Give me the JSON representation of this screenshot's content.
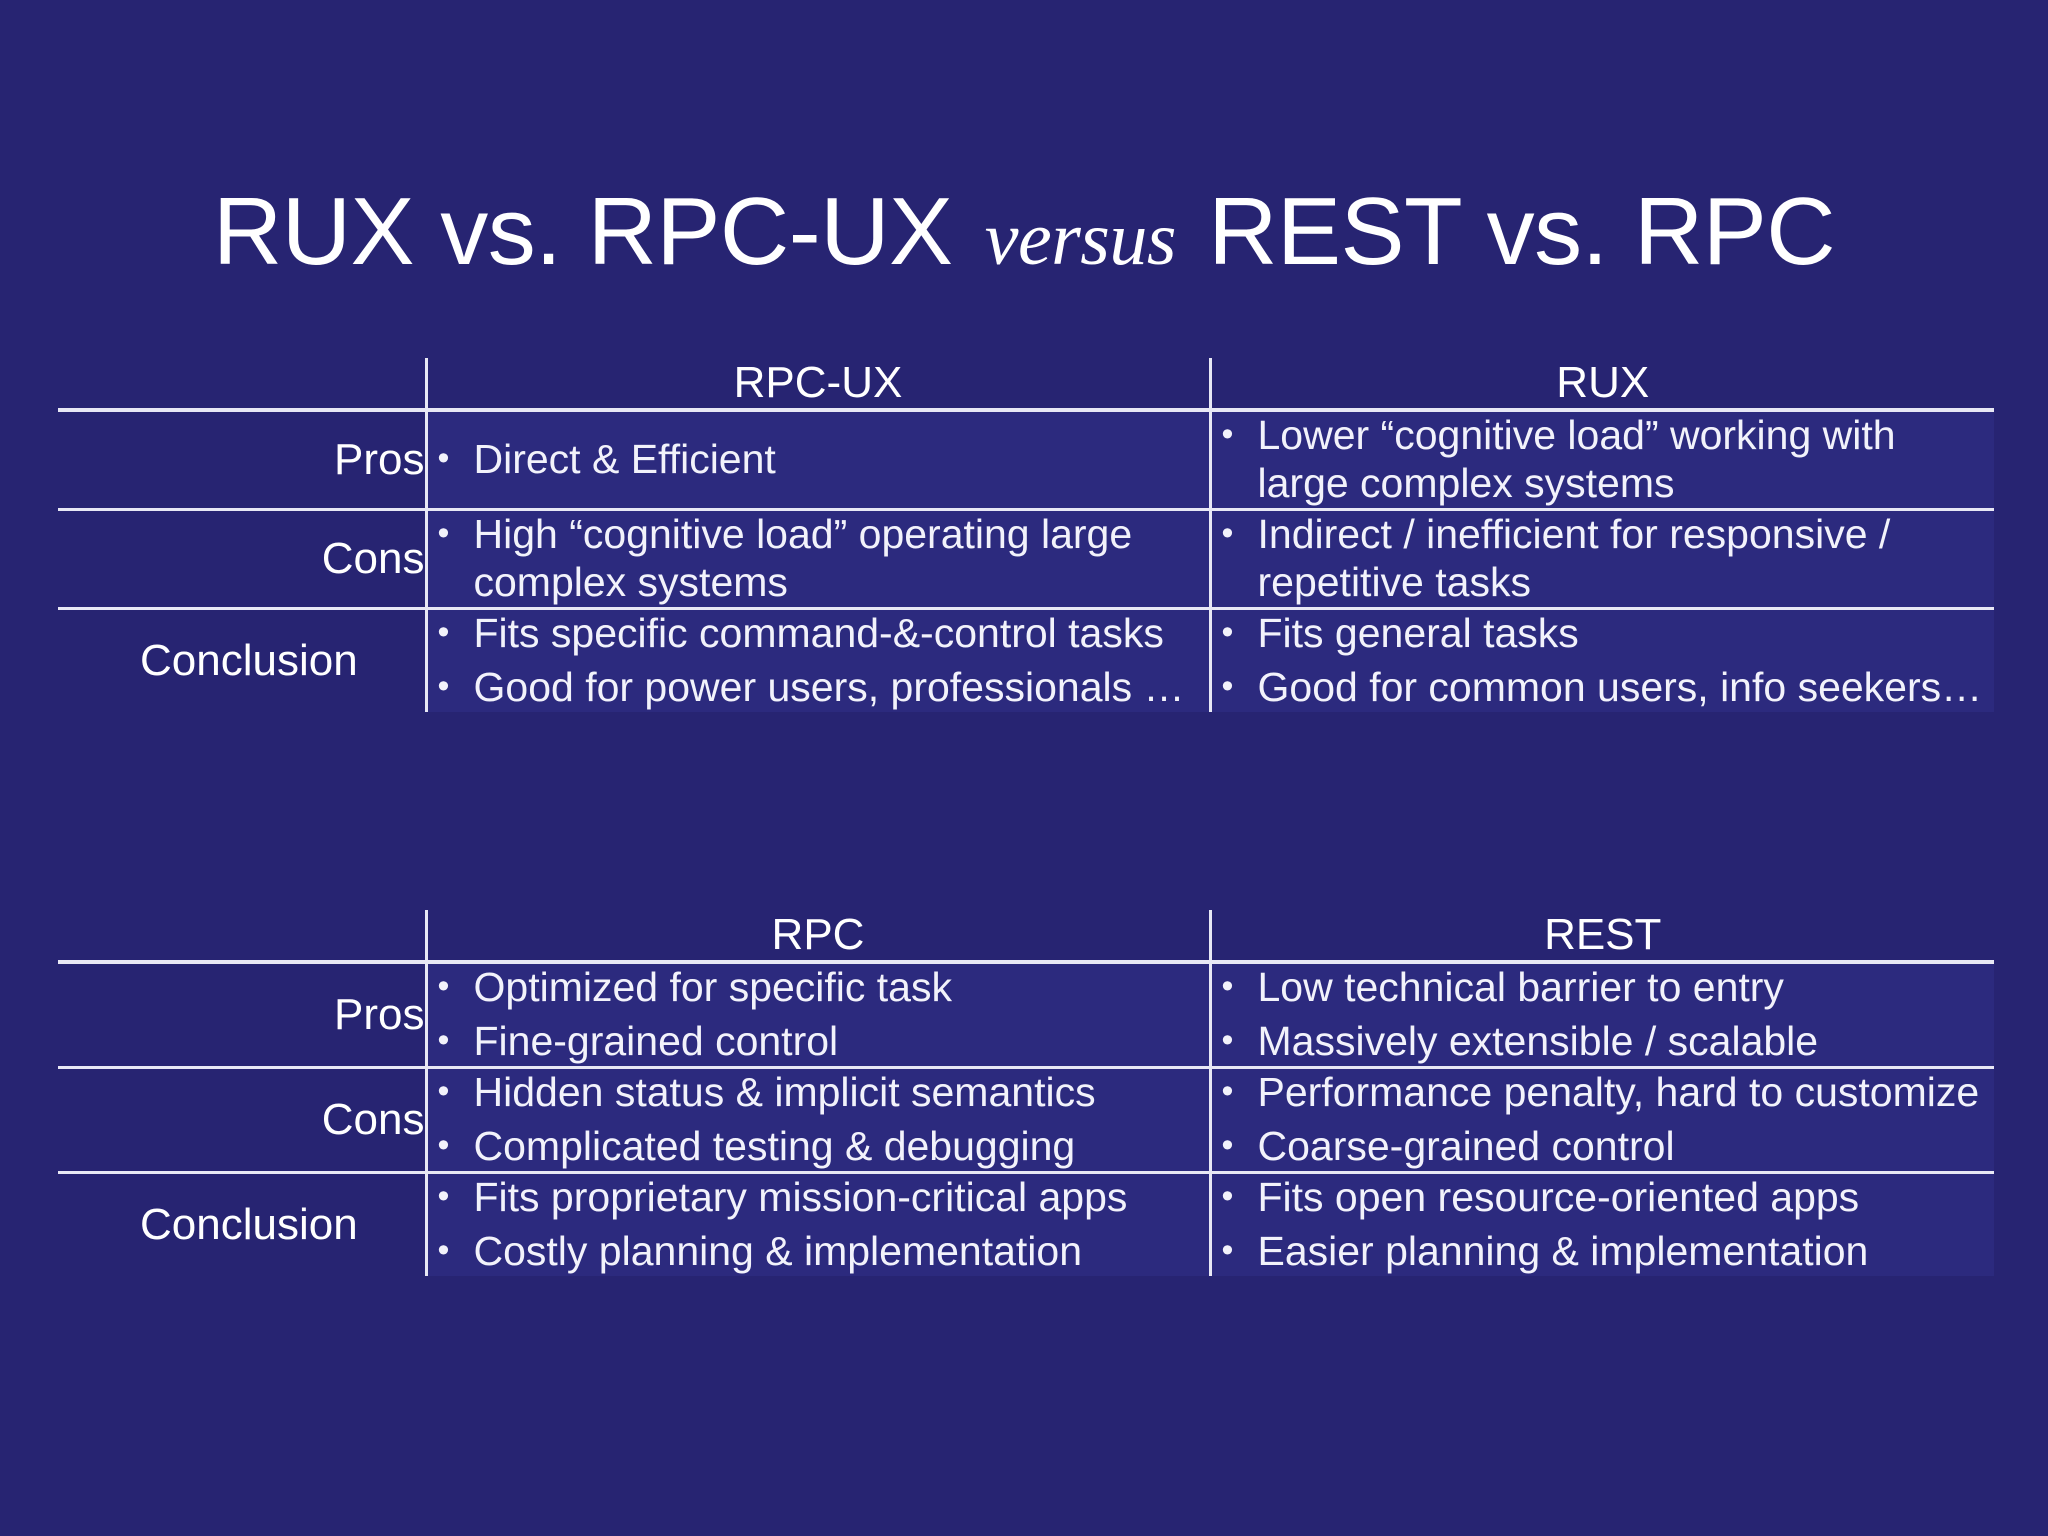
{
  "slide": {
    "title": {
      "part1": "RUX vs. RPC-UX",
      "versus": "versus",
      "part2": "REST vs. RPC"
    },
    "colors": {
      "background": "#272472",
      "cell_background": "#2c2a7e",
      "rule": "#e8e8f5",
      "text": "#ffffff",
      "body_text": "#f2f2fb"
    },
    "bullet_glyph": "•"
  },
  "tables": [
    {
      "id": "ux-comparison",
      "headers": {
        "label": "",
        "col_a": "RPC-UX",
        "col_b": "RUX"
      },
      "rows": [
        {
          "label": "Pros",
          "label_align": "right",
          "col_a": [
            "Direct & Efficient"
          ],
          "col_b": [
            "Lower “cognitive load” working with large complex systems"
          ]
        },
        {
          "label": "Cons",
          "label_align": "right",
          "col_a": [
            "High “cognitive load” operating large complex systems"
          ],
          "col_b": [
            "Indirect / inefficient for responsive / repetitive tasks"
          ]
        },
        {
          "label": "Conclusion",
          "label_align": "left",
          "col_a": [
            "Fits specific command-&-control tasks",
            "Good for power users, professionals …"
          ],
          "col_b": [
            "Fits general tasks",
            "Good for common users, info seekers…"
          ]
        }
      ]
    },
    {
      "id": "api-comparison",
      "headers": {
        "label": "",
        "col_a": "RPC",
        "col_b": "REST"
      },
      "rows": [
        {
          "label": "Pros",
          "label_align": "right",
          "col_a": [
            "Optimized for specific task",
            "Fine-grained control"
          ],
          "col_b": [
            "Low technical barrier to entry",
            "Massively extensible / scalable"
          ]
        },
        {
          "label": "Cons",
          "label_align": "right",
          "col_a": [
            "Hidden status & implicit semantics",
            "Complicated testing & debugging"
          ],
          "col_b": [
            "Performance penalty, hard to customize",
            "Coarse-grained control"
          ]
        },
        {
          "label": "Conclusion",
          "label_align": "left",
          "col_a": [
            "Fits proprietary mission-critical apps",
            "Costly planning & implementation"
          ],
          "col_b": [
            "Fits open resource-oriented apps",
            "Easier planning & implementation"
          ]
        }
      ]
    }
  ]
}
